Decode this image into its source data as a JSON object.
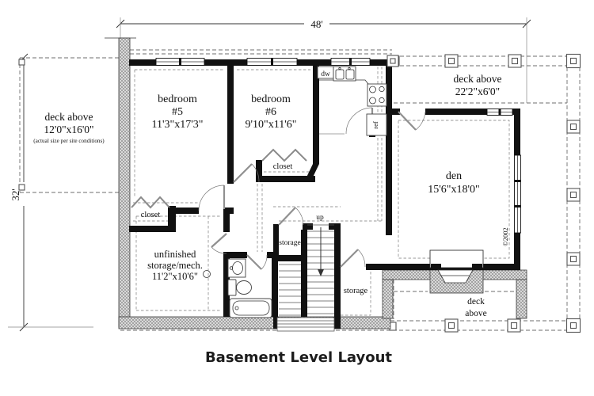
{
  "title": "Basement Level Layout",
  "dims": {
    "width_label": "48'",
    "height_label": "32'"
  },
  "copyright": "©2002",
  "bedroom5": {
    "name": "bedroom",
    "num": "#5",
    "size": "11'3\"x17'3\""
  },
  "bedroom6": {
    "name": "bedroom",
    "num": "#6",
    "size": "9'10\"x11'6\""
  },
  "den": {
    "name": "den",
    "size": "15'6\"x18'0\""
  },
  "unfinished": {
    "l1": "unfinished",
    "l2": "storage/mech.",
    "l3": "11'2\"x10'6\""
  },
  "closet5": "closet",
  "closet6": "closet",
  "storage_left": "storage",
  "storage_right": "storage",
  "deck_left": {
    "l1": "deck above",
    "l2": "12'0\"x16'0\"",
    "l3": "(actual size per site conditions)"
  },
  "deck_top": {
    "l1": "deck above",
    "l2": "22'2\"x6'0\""
  },
  "deck_bottom": {
    "l1": "deck",
    "l2": "above"
  },
  "labels": {
    "up": "up",
    "dw": "dw",
    "ref": "ref"
  }
}
